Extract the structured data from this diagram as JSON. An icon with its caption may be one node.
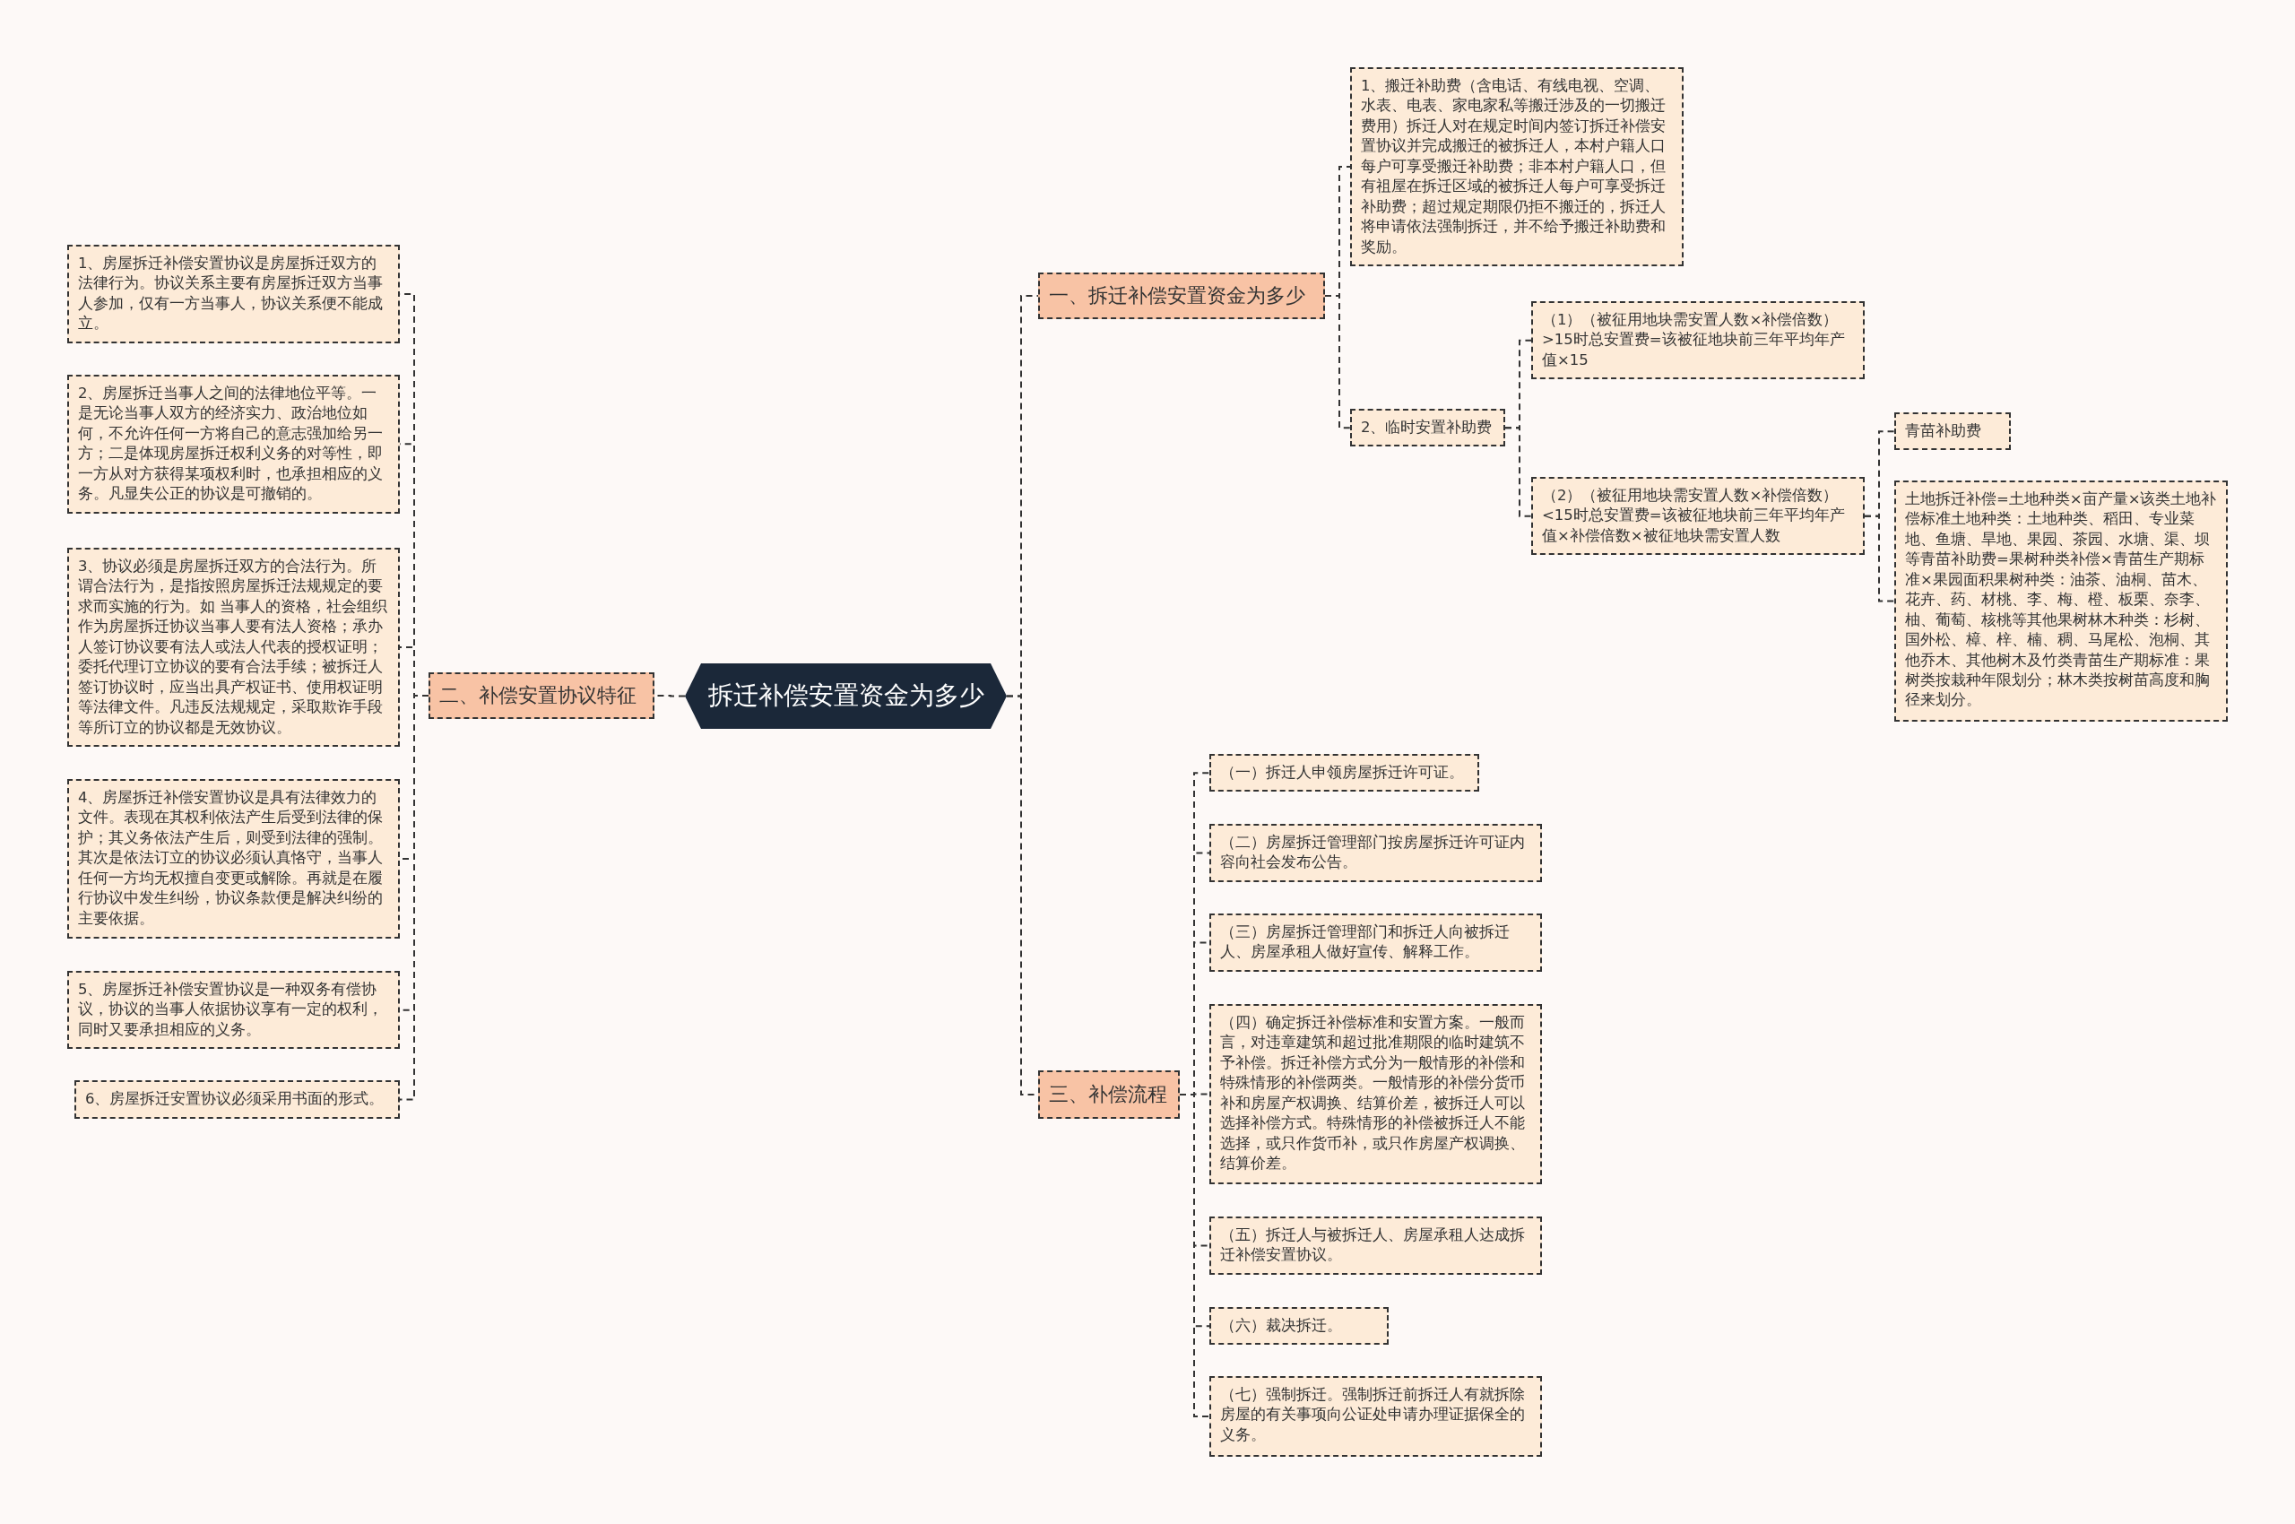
{
  "diagram": {
    "nodes": [
      {
        "text": [
          "拆迁补偿安置资金为多少"
        ]
      },
      {
        "text": [
          "一、拆迁补偿安置资金为多少"
        ]
      },
      {
        "text": [
          "1、搬迁补助费（含电话、有线电视、空调、水表、电表、家电家私等搬迁涉及的一切搬迁费用）拆迁人对在规定时间内签订拆迁补偿安置协议并完成搬迁的被拆迁人，本村户籍人口每户可享受搬迁补助费；非本村户籍人口，但有祖屋在拆迁区域的被拆迁人每户可享受拆迁补助费；超过规定期限仍拒不搬迁的，拆迁人将申请依法强制拆迁，并不给予搬迁补助费和奖励。"
        ]
      },
      {
        "text": [
          "2、临时安置补助费"
        ]
      },
      {
        "text": [
          "（1）（被征用地块需安置人数×补偿倍数）>15时总安置费=该被征地块前三年平均年产值×15"
        ]
      },
      {
        "text": [
          "（2）（被征用地块需安置人数×补偿倍数）<15时总安置费=该被征地块前三年平均年产值×补偿倍数×被征地块需安置人数"
        ]
      },
      {
        "text": [
          "青苗补助费"
        ]
      },
      {
        "text": [
          "土地拆迁补偿=土地种类×亩产量×该类土地补偿标准土地种类：土地种类、稻田、专业菜地、鱼塘、旱地、果园、茶园、水塘、渠、坝等青苗补助费=果树种类补偿×青苗生产期标准×果园面积果树种类：油茶、油桐、苗木、花卉、药、材桃、李、梅、橙、板栗、奈李、柚、葡萄、核桃等其他果树林木种类：杉树、国外松、樟、梓、楠、稠、马尾松、泡桐、其他乔木、其他树木及竹类青苗生产期标准：果树类按栽种年限划分；林木类按树苗高度和胸径来划分。"
        ]
      },
      {
        "text": [
          "二、补偿安置协议特征"
        ]
      },
      {
        "text": [
          "1、房屋拆迁补偿安置协议是房屋拆迁双方的法律行为。协议关系主要有房屋拆迁双方当事人参加，仅有一方当事人，协议关系便不能成立。"
        ]
      },
      {
        "text": [
          "2、房屋拆迁当事人之间的法律地位平等。一是无论当事人双方的经济实力、政治地位如何，不允许任何一方将自己的意志强加给另一方；二是体现房屋拆迁权利义务的对等性，即一方从对方获得某项权利时，也承担相应的义务。凡显失公正的协议是可撤销的。"
        ]
      },
      {
        "text": [
          "3、协议必须是房屋拆迁双方的合法行为。所谓合法行为，是指按照房屋拆迁法规规定的要求而实施的行为。如 当事人的资格，社会组织作为房屋拆迁协议当事人要有法人资格；承办人签订协议要有法人或法人代表的授权证明；委托代理订立协议的要有合法手续；被拆迁人签订协议时，应当出具产权证书、使用权证明等法律文件。凡违反法规规定，采取欺诈手段等所订立的协议都是无效协议。"
        ]
      },
      {
        "text": [
          "4、房屋拆迁补偿安置协议是具有法律效力的文件。表现在其权利依法产生后受到法律的保护；其义务依法产生后，则受到法律的强制。其次是依法订立的协议必须认真恪守，当事人任何一方均无权擅自变更或解除。再就是在履行协议中发生纠纷，协议条款便是解决纠纷的主要依据。"
        ]
      },
      {
        "text": [
          "5、房屋拆迁补偿安置协议是一种双务有偿协议，协议的当事人依据协议享有一定的权利，同时又要承担相应的义务。"
        ]
      },
      {
        "text": [
          "6、房屋拆迁安置协议必须采用书面的形式。"
        ]
      },
      {
        "text": [
          "三、补偿流程"
        ]
      },
      {
        "text": [
          "（一）拆迁人申领房屋拆迁许可证。"
        ]
      },
      {
        "text": [
          "（二）房屋拆迁管理部门按房屋拆迁许可证内容向社会发布公告。"
        ]
      },
      {
        "text": [
          "（三）房屋拆迁管理部门和拆迁人向被拆迁人、房屋承租人做好宣传、解释工作。"
        ]
      },
      {
        "text": [
          "（四）确定拆迁补偿标准和安置方案。一般而言，对违章建筑和超过批准期限的临时建筑不予补偿。拆迁补偿方式分为一般情形的补偿和特殊情形的补偿两类。一般情形的补偿分货币补和房屋产权调换、结算价差，被拆迁人可以选择补偿方式。特殊情形的补偿被拆迁人不能选择，或只作货币补，或只作房屋产权调换、结算价差。"
        ]
      },
      {
        "text": [
          "（五）拆迁人与被拆迁人、房屋承租人达成拆迁补偿安置协议。"
        ]
      },
      {
        "text": [
          "（六）裁决拆迁。"
        ]
      },
      {
        "text": [
          "（七）强制拆迁。强制拆迁前拆迁人有就拆除房屋的有关事项向公证处申请办理证据保全的义务。"
        ]
      }
    ],
    "edges": [
      {
        "from": 0,
        "to": 1,
        "arrow": "none"
      },
      {
        "from": 0,
        "to": 8,
        "arrow": "none"
      },
      {
        "from": 0,
        "to": 15,
        "arrow": "none"
      },
      {
        "from": 1,
        "to": 2,
        "arrow": "none"
      },
      {
        "from": 1,
        "to": 3,
        "arrow": "none"
      },
      {
        "from": 3,
        "to": 4,
        "arrow": "none"
      },
      {
        "from": 3,
        "to": 5,
        "arrow": "none"
      },
      {
        "from": 5,
        "to": 6,
        "arrow": "none"
      },
      {
        "from": 5,
        "to": 7,
        "arrow": "none"
      },
      {
        "from": 8,
        "to": 9,
        "arrow": "none"
      },
      {
        "from": 8,
        "to": 10,
        "arrow": "none"
      },
      {
        "from": 8,
        "to": 11,
        "arrow": "none"
      },
      {
        "from": 8,
        "to": 12,
        "arrow": "none"
      },
      {
        "from": 8,
        "to": 13,
        "arrow": "none"
      },
      {
        "from": 8,
        "to": 14,
        "arrow": "none"
      },
      {
        "from": 15,
        "to": 16,
        "arrow": "none"
      },
      {
        "from": 15,
        "to": 17,
        "arrow": "none"
      },
      {
        "from": 15,
        "to": 18,
        "arrow": "none"
      },
      {
        "from": 15,
        "to": 19,
        "arrow": "none"
      },
      {
        "from": 15,
        "to": 20,
        "arrow": "none"
      },
      {
        "from": 15,
        "to": 21,
        "arrow": "none"
      },
      {
        "from": 15,
        "to": 22,
        "arrow": "none"
      }
    ]
  }
}
